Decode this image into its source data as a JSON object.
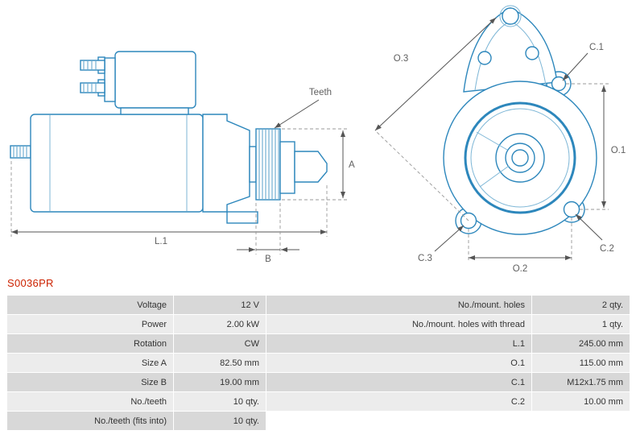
{
  "part_number": "S0036PR",
  "colors": {
    "part_number_red": "#cc2200",
    "drawing_line_blue": "#2d87bc",
    "table_row_dark": "#d8d8d8",
    "table_row_light": "#ececec"
  },
  "diagram": {
    "side_view_labels": {
      "teeth": "Teeth",
      "a": "A",
      "l1": "L.1",
      "b": "B"
    },
    "front_view_labels": {
      "o3": "O.3",
      "c1": "C.1",
      "o1": "O.1",
      "c3": "C.3",
      "c2": "C.2",
      "o2": "O.2"
    }
  },
  "table": {
    "left": [
      {
        "label": "Voltage",
        "value": "12 V"
      },
      {
        "label": "Power",
        "value": "2.00 kW"
      },
      {
        "label": "Rotation",
        "value": "CW"
      },
      {
        "label": "Size A",
        "value": "82.50 mm"
      },
      {
        "label": "Size B",
        "value": "19.00 mm"
      },
      {
        "label": "No./teeth",
        "value": "10 qty."
      },
      {
        "label": "No./teeth (fits into)",
        "value": "10 qty."
      }
    ],
    "right": [
      {
        "label": "No./mount. holes",
        "value": "2 qty."
      },
      {
        "label": "No./mount. holes with thread",
        "value": "1 qty."
      },
      {
        "label": "L.1",
        "value": "245.00 mm"
      },
      {
        "label": "O.1",
        "value": "115.00 mm"
      },
      {
        "label": "C.1",
        "value": "M12x1.75 mm"
      },
      {
        "label": "C.2",
        "value": "10.00 mm"
      }
    ]
  }
}
